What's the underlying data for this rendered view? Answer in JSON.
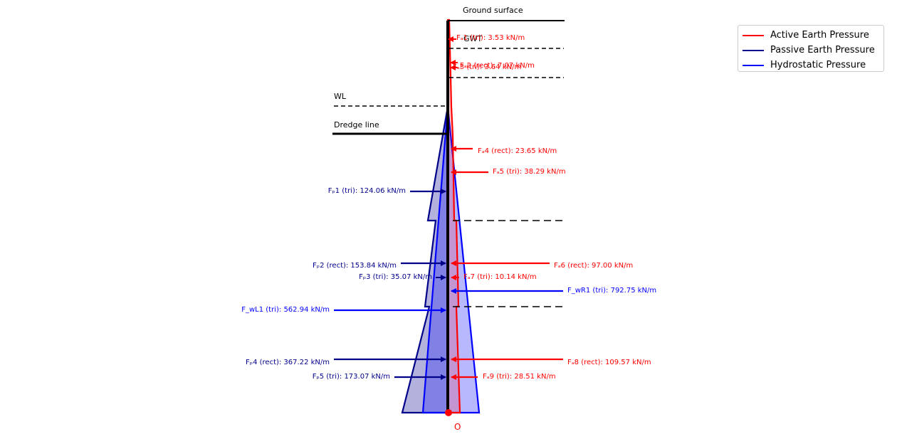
{
  "labels": {
    "ground_surface": "Ground surface",
    "gwt": "GWT",
    "wl": "WL",
    "dredge_line": "Dredge line",
    "origin": "O"
  },
  "legend": [
    {
      "label": "Active Earth Pressure",
      "color": "#ff0000"
    },
    {
      "label": "Passive Earth Pressure",
      "color": "#00008b"
    },
    {
      "label": "Hydrostatic Pressure",
      "color": "#0000ff"
    }
  ],
  "forces": {
    "active": [
      {
        "label": "Fₐ1 (tri): 3.53 kN/m"
      },
      {
        "label": "Fₐ2 (rect): 7.07 kN/m"
      },
      {
        "label": "Fₐ3 (tri): 3.64 kN/m"
      },
      {
        "label": "Fₐ4 (rect): 23.65 kN/m"
      },
      {
        "label": "Fₐ5 (tri): 38.29 kN/m"
      },
      {
        "label": "Fₐ6 (rect): 97.00 kN/m"
      },
      {
        "label": "Fₐ7 (tri): 10.14 kN/m"
      },
      {
        "label": "Fₐ8 (rect): 109.57 kN/m"
      },
      {
        "label": "Fₐ9 (tri): 28.51 kN/m"
      }
    ],
    "passive": [
      {
        "label": "Fₚ1 (tri): 124.06 kN/m"
      },
      {
        "label": "Fₚ2 (rect): 153.84 kN/m"
      },
      {
        "label": "Fₚ3 (tri): 35.07 kN/m"
      },
      {
        "label": "Fₚ4 (rect): 367.22 kN/m"
      },
      {
        "label": "Fₚ5 (tri): 173.07 kN/m"
      }
    ],
    "water": [
      {
        "label": "F_wR1 (tri): 792.75 kN/m"
      },
      {
        "label": "F_wL1 (tri): 562.94 kN/m"
      }
    ]
  },
  "colors": {
    "active": "#ff0000",
    "passive": "#00008b",
    "water": "#0000ff",
    "wall": "#000000"
  }
}
